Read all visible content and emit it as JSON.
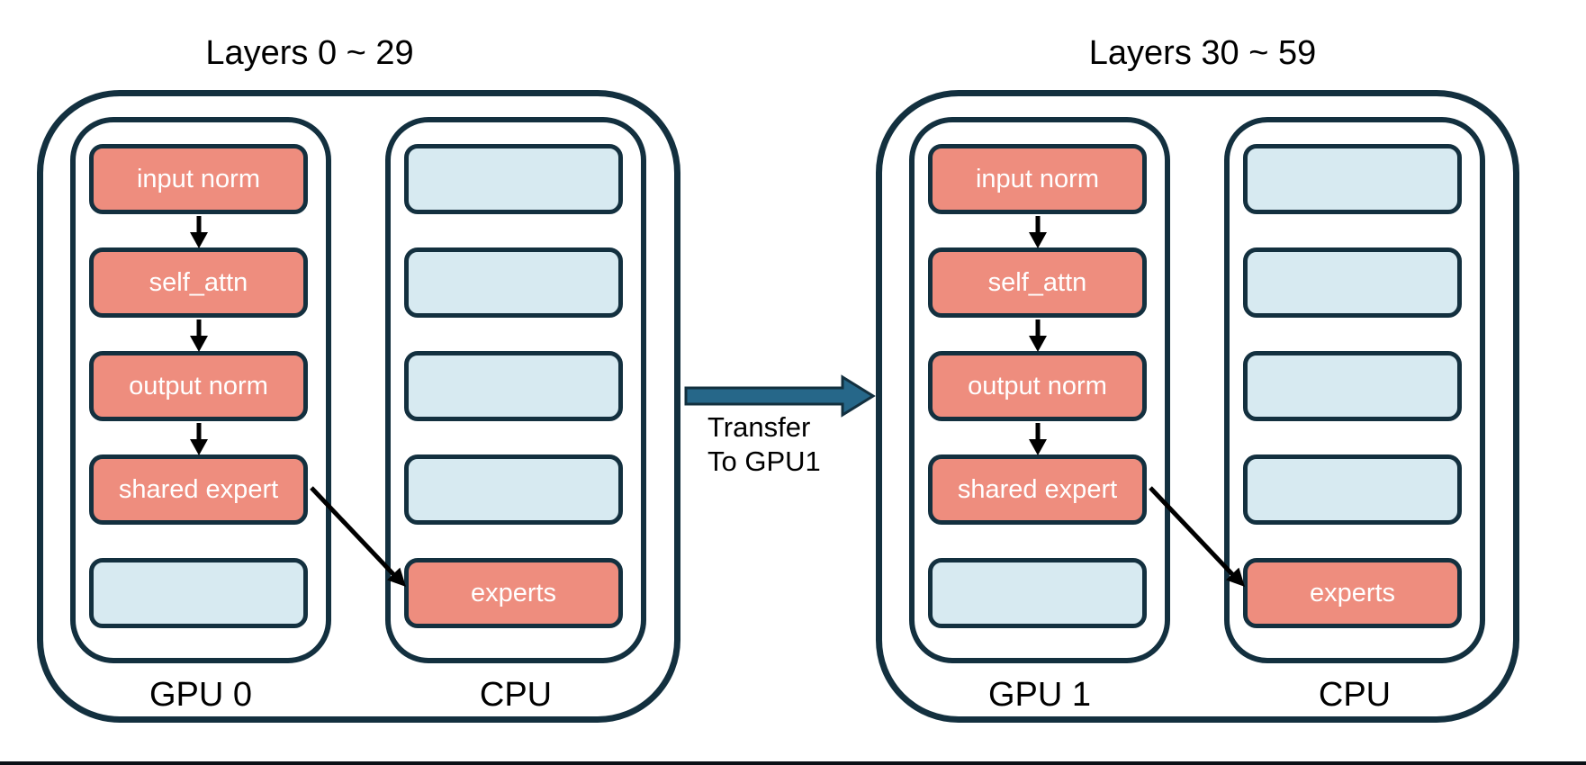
{
  "groups": [
    {
      "title": "Layers 0 ~ 29",
      "gpu": {
        "label": "GPU 0",
        "boxes": [
          {
            "text": "input norm",
            "type": "module"
          },
          {
            "text": "self_attn",
            "type": "module"
          },
          {
            "text": "output norm",
            "type": "module"
          },
          {
            "text": "shared expert",
            "type": "module"
          },
          {
            "text": "",
            "type": "placeholder"
          }
        ]
      },
      "cpu": {
        "label": "CPU",
        "boxes": [
          {
            "text": "",
            "type": "placeholder"
          },
          {
            "text": "",
            "type": "placeholder"
          },
          {
            "text": "",
            "type": "placeholder"
          },
          {
            "text": "",
            "type": "placeholder"
          },
          {
            "text": "experts",
            "type": "module"
          }
        ]
      }
    },
    {
      "title": "Layers 30 ~ 59",
      "gpu": {
        "label": "GPU 1",
        "boxes": [
          {
            "text": "input norm",
            "type": "module"
          },
          {
            "text": "self_attn",
            "type": "module"
          },
          {
            "text": "output norm",
            "type": "module"
          },
          {
            "text": "shared expert",
            "type": "module"
          },
          {
            "text": "",
            "type": "placeholder"
          }
        ]
      },
      "cpu": {
        "label": "CPU",
        "boxes": [
          {
            "text": "",
            "type": "placeholder"
          },
          {
            "text": "",
            "type": "placeholder"
          },
          {
            "text": "",
            "type": "placeholder"
          },
          {
            "text": "",
            "type": "placeholder"
          },
          {
            "text": "experts",
            "type": "module"
          }
        ]
      }
    }
  ],
  "transfer": {
    "line1": "Transfer",
    "line2": "To GPU1"
  },
  "colors": {
    "outline": "#13303f",
    "moduleFill": "#ee8d7e",
    "placeholderFill": "#d7eaf1",
    "moduleText": "#ffffff",
    "labelText": "#000000",
    "flowArrow": "#000000",
    "transferArrowFill": "#266789",
    "transferArrowEdge": "#13303f",
    "background": "#ffffff",
    "bottomLine": "#0b1016"
  }
}
